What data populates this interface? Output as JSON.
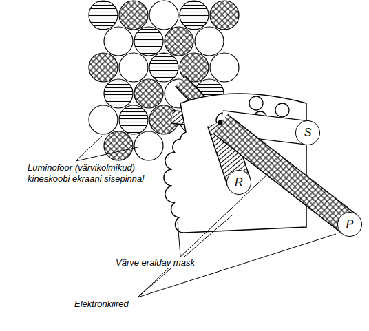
{
  "diagram": {
    "nodes": [
      {
        "text": [
          "R"
        ]
      },
      {
        "text": [
          "S"
        ]
      },
      {
        "text": [
          "P"
        ]
      }
    ],
    "labels": [
      "Luminofoor (värvikolmikud) kineskoobi ekraani sisepinnal",
      "Värve eraldav mask",
      "Elektronkiired"
    ]
  }
}
